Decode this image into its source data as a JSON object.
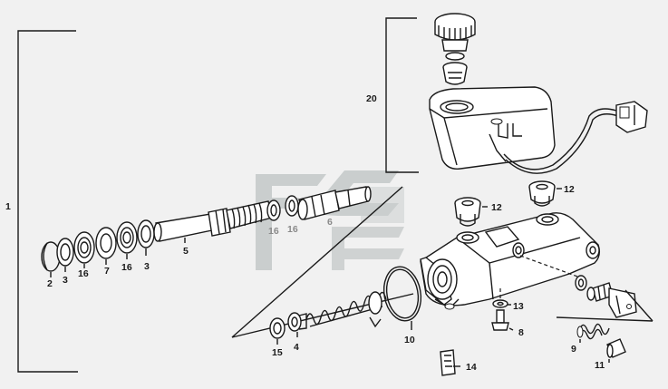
{
  "diagram": {
    "labels": {
      "l1": "1",
      "l20": "20",
      "l2": "2",
      "l3a": "3",
      "l16a": "16",
      "l7": "7",
      "l16b": "16",
      "l3b": "3",
      "l5": "5",
      "l16c": "16",
      "l16d": "16",
      "l6": "6",
      "l12a": "12",
      "l12b": "12",
      "l13": "13",
      "l8": "8",
      "l9": "9",
      "l11": "11",
      "l15": "15",
      "l4": "4",
      "l10": "10",
      "l14": "14"
    },
    "colors": {
      "ink": "#1a1a1a",
      "watermark": "#c4c9c9",
      "background": "#f1f1f1"
    }
  }
}
